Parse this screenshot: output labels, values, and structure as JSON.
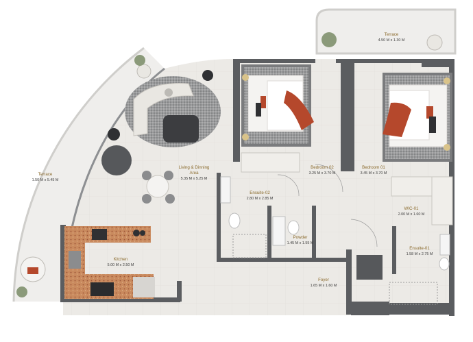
{
  "rooms": {
    "terrace_top": {
      "title": "Terrace",
      "dims": "4.50 M x 1.30 M"
    },
    "terrace_left": {
      "title": "Terrace",
      "dims": "1.50 M x 5.45 M"
    },
    "living": {
      "title": "Living & Dinning",
      "title2": "Area",
      "dims": "5.35 M x 5.25 M"
    },
    "bedroom_02": {
      "title": "Bedroom 02",
      "dims": "3.25 M x 3.70 M"
    },
    "bedroom_01": {
      "title": "Bedroom 01",
      "dims": "3.45 M x 3.70 M"
    },
    "ensuite_02": {
      "title": "Ensuite-02",
      "dims": "2.80 M x 2.85 M"
    },
    "wic_01": {
      "title": "WIC-01",
      "dims": "2.00 M x 1.60 M"
    },
    "powder": {
      "title": "Powder",
      "dims": "1.45 M x 1.55 M"
    },
    "kitchen": {
      "title": "Kitchen",
      "dims": "5.00 M x 2.50 M"
    },
    "ensuite_01": {
      "title": "Ensuite-01",
      "dims": "1.58 M x 2.75 M"
    },
    "foyer": {
      "title": "Foyer",
      "dims": "1.65 M x 1.60 M"
    }
  },
  "colors": {
    "wall": "#5b5d60",
    "floor": "#eceae6",
    "label_title": "#8a6a2c",
    "bedspread": "#b5482c",
    "countertop": "#c98a5e"
  }
}
